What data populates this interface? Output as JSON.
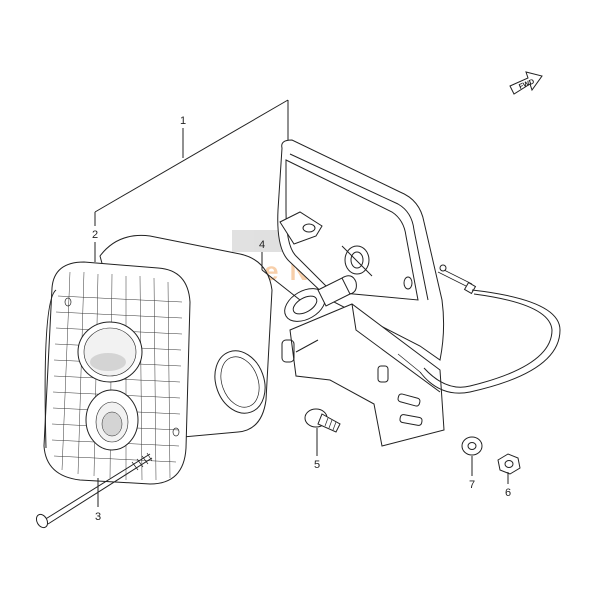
{
  "diagram": {
    "direction_badge": "FWD",
    "watermark": "Bike Nation",
    "callouts": [
      {
        "id": "1",
        "part": "tail-lamp-assembly"
      },
      {
        "id": "2",
        "part": "lens"
      },
      {
        "id": "3",
        "part": "screw"
      },
      {
        "id": "4",
        "part": "bulb"
      },
      {
        "id": "5",
        "part": "bolt"
      },
      {
        "id": "6",
        "part": "nut"
      },
      {
        "id": "7",
        "part": "washer"
      }
    ]
  },
  "colors": {
    "line": "#222222",
    "watermark": "#f2a865",
    "watermark_gray": "#c8c8c8"
  }
}
